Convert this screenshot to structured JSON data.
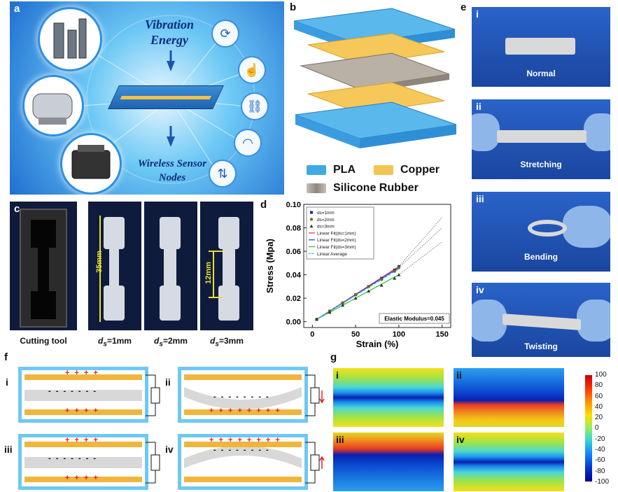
{
  "panel_labels": {
    "a": "a",
    "b": "b",
    "c": "c",
    "d": "d",
    "e": "e",
    "f": "f",
    "g": "g"
  },
  "panel_a": {
    "title_line1": "Vibration",
    "title_line2": "Energy",
    "bottom_line1": "Wireless Sensor",
    "bottom_line2": "Nodes",
    "icons": [
      "refresh-icon",
      "touch-icon",
      "link-icon",
      "wifi-icon",
      "usb-icon"
    ]
  },
  "panel_b": {
    "legend": [
      {
        "label": "PLA",
        "color": "#3fa9e6"
      },
      {
        "label": "Copper",
        "color": "#f3c552"
      },
      {
        "label": "Silicone Rubber",
        "color": "#a39e98"
      }
    ]
  },
  "panel_c": {
    "captions": [
      "Cutting tool",
      "=1mm",
      "=2mm",
      "=3mm"
    ],
    "ds_symbol": "d",
    "ds_sub": "s",
    "length_label": "35mm",
    "width_label": "12mm"
  },
  "panel_e": {
    "items": [
      {
        "roman": "i",
        "caption": "Normal"
      },
      {
        "roman": "ii",
        "caption": "Stretching"
      },
      {
        "roman": "iii",
        "caption": "Bending"
      },
      {
        "roman": "iv",
        "caption": "Twisting"
      }
    ]
  },
  "panel_f": {
    "romans": [
      "i",
      "ii",
      "iii",
      "iv"
    ],
    "plus_short": "+ + + +",
    "plus_long": "+ + + + + + + +",
    "minus_short": "- - - - - - -",
    "minus_long": "- - - - - - - -"
  },
  "panel_g": {
    "romans": [
      "i",
      "ii",
      "iii",
      "iv"
    ],
    "colorbar_ticks": [
      "100",
      "80",
      "60",
      "40",
      "20",
      "0",
      "-20",
      "-40",
      "-60",
      "-80",
      "-100"
    ]
  },
  "chart_data": {
    "type": "line",
    "xlabel": "Strain (%)",
    "ylabel": "Stress (Mpa)",
    "xlim": [
      -10,
      160
    ],
    "ylim": [
      -0.005,
      0.1
    ],
    "xticks": [
      0,
      50,
      100,
      150
    ],
    "yticks": [
      0.0,
      0.02,
      0.04,
      0.06,
      0.08,
      0.1
    ],
    "ytick_labels": [
      "0.00",
      "0.02",
      "0.04",
      "0.06",
      "0.08",
      "0.10"
    ],
    "annotation": "Elastic Modulus=0.045",
    "legend_position": "top-left",
    "series": [
      {
        "name": "ds=1mm",
        "marker": "square",
        "color": "#1a2a8a",
        "x": [
          5,
          20,
          35,
          50,
          65,
          80,
          95,
          100
        ],
        "y": [
          0.002,
          0.009,
          0.016,
          0.023,
          0.03,
          0.037,
          0.044,
          0.047
        ]
      },
      {
        "name": "ds=2mm",
        "marker": "circle",
        "color": "#7a6a10",
        "x": [
          5,
          20,
          35,
          50,
          65,
          80,
          95,
          100
        ],
        "y": [
          0.002,
          0.009,
          0.016,
          0.023,
          0.03,
          0.036,
          0.043,
          0.046
        ]
      },
      {
        "name": "ds=3mm",
        "marker": "triangle",
        "color": "#333333",
        "x": [
          5,
          20,
          35,
          50,
          65,
          80,
          95,
          100
        ],
        "y": [
          0.002,
          0.008,
          0.014,
          0.02,
          0.026,
          0.031,
          0.037,
          0.04
        ]
      },
      {
        "name": "Linear Fit(ds=1mm)",
        "style": "line",
        "color": "#e0306a",
        "x": [
          5,
          100
        ],
        "y": [
          0.002,
          0.047
        ]
      },
      {
        "name": "Linear Fit(ds=2mm)",
        "style": "line",
        "color": "#3050d0",
        "x": [
          5,
          100
        ],
        "y": [
          0.002,
          0.046
        ]
      },
      {
        "name": "Linear Fit(ds=3mm)",
        "style": "line",
        "color": "#40c040",
        "x": [
          5,
          100
        ],
        "y": [
          0.002,
          0.04
        ]
      },
      {
        "name": "Linear Average",
        "style": "dashed",
        "color": "#30c0e0",
        "x": [
          5,
          100
        ],
        "y": [
          0.002,
          0.045
        ]
      }
    ],
    "extended_curves": [
      {
        "x": [
          100,
          150
        ],
        "y": [
          0.047,
          0.089
        ]
      },
      {
        "x": [
          100,
          150
        ],
        "y": [
          0.046,
          0.08
        ]
      },
      {
        "x": [
          100,
          150
        ],
        "y": [
          0.04,
          0.068
        ]
      }
    ]
  }
}
